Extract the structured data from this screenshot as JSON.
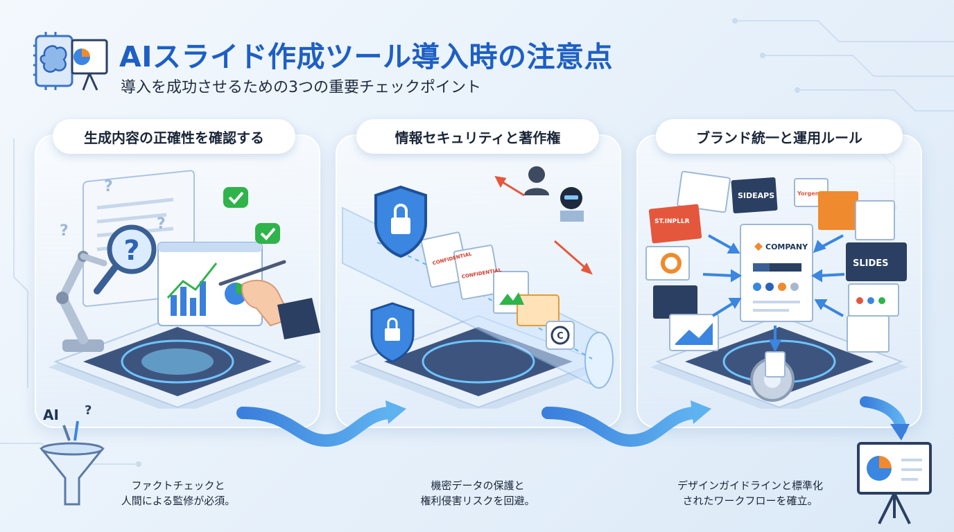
{
  "header": {
    "title": "AIスライド作成ツール導入時の注意点",
    "subtitle": "導入を成功させるための3つの重要チェックポイント"
  },
  "steps": [
    {
      "heading": "生成内容の正確性を確認する",
      "caption_lines": [
        "ファクトチェックと",
        "人間による監修が必須。"
      ],
      "icon": "magnifier-chart-icon"
    },
    {
      "heading": "情報セキュリティと著作権",
      "caption_lines": [
        "機密データの保護と",
        "権利侵害リスクを回避。"
      ],
      "icon": "shield-lock-icon",
      "stamps": [
        "CONFIDENTIAL",
        "CONFIDENTIAL"
      ]
    },
    {
      "heading": "ブランド統一と運用ルール",
      "caption_lines": [
        "デザインガイドラインと標準化",
        "されたワークフローを確立。"
      ],
      "icon": "company-template-icon",
      "template_label": "COMPANY",
      "slide_labels": [
        "SIDEAPS",
        "ST.INPLLR",
        "SLIDES",
        "Yorgen"
      ]
    }
  ],
  "funnel_label": "AI",
  "colors": {
    "title": "#1d5fc4",
    "accent": "#3a86e0",
    "platform": "#e8f0fa",
    "check_green": "#2fb34a",
    "warning_red": "#e4573d"
  }
}
